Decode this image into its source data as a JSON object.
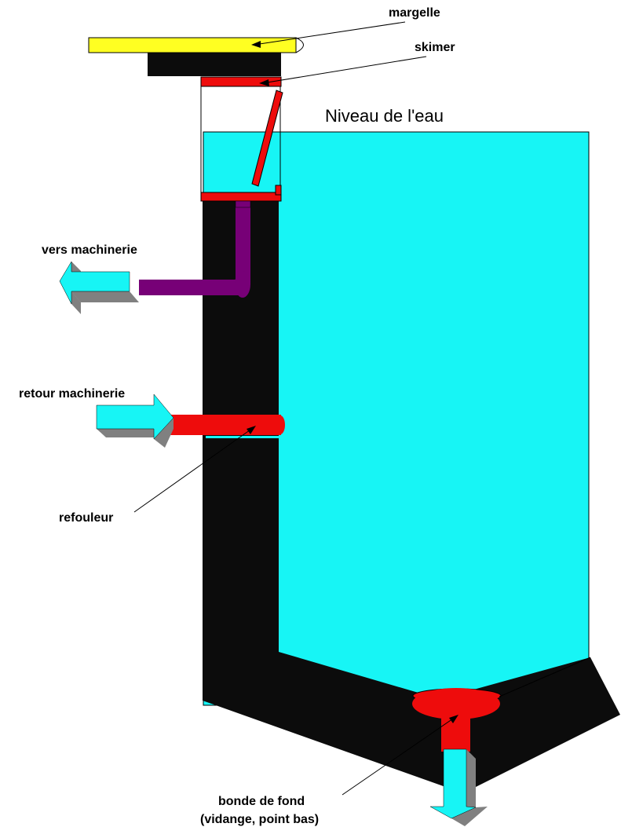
{
  "labels": {
    "margelle": "margelle",
    "skimer": "skimer",
    "niveau_eau": "Niveau de l'eau",
    "vers_machinerie": "vers machinerie",
    "retour_machinerie": "retour machinerie",
    "refouleur": "refouleur",
    "bonde_line1": "bonde de fond",
    "bonde_line2": "(vidange, point bas)"
  },
  "colors": {
    "water": "#17f5f5",
    "wall": "#0c0c0c",
    "coping": "#ffff22",
    "pipe_red": "#ee0c0c",
    "pipe_purple": "#770077",
    "arrow_face": "#17f5f5",
    "arrow_side": "#808080",
    "outline": "#000000"
  },
  "icons": {
    "outflow_arrow": "left-arrow-3d-icon",
    "inflow_arrow": "right-arrow-3d-icon",
    "drain_arrow": "down-arrow-3d-icon"
  }
}
